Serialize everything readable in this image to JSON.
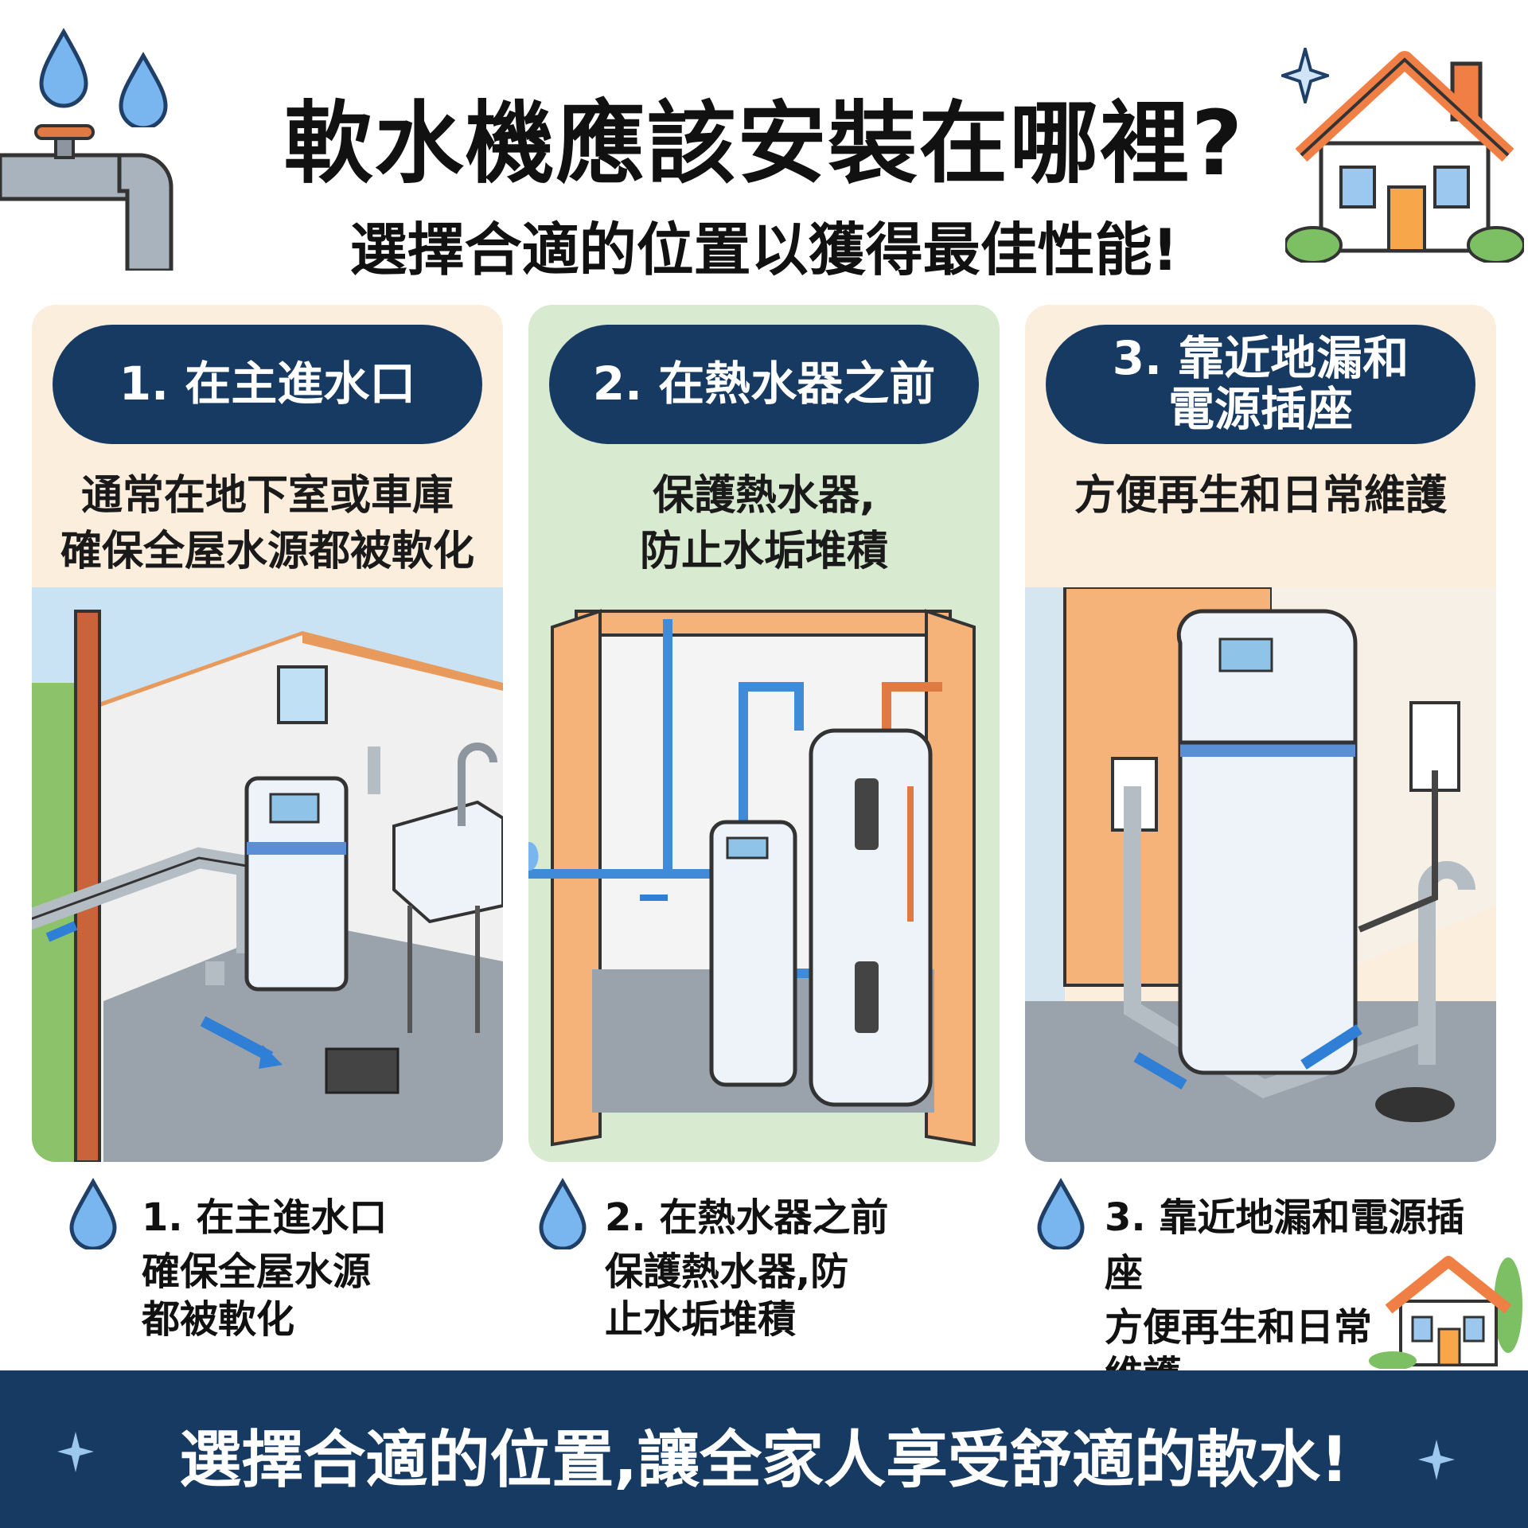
{
  "header": {
    "title": "軟水機應該安裝在哪裡?",
    "subtitle": "選擇合適的位置以獲得最佳性能!"
  },
  "panels": [
    {
      "heading": "1. 在主進水口",
      "description_line1": "通常在地下室或車庫",
      "description_line2": "確保全屋水源都被軟化",
      "bg_color": "#fbeedd"
    },
    {
      "heading": "2. 在熱水器之前",
      "description_line1": "保護熱水器,",
      "description_line2": "防止水垢堆積",
      "bg_color": "#d8ead0"
    },
    {
      "heading_line1": "3. 靠近地漏和",
      "heading_line2": "電源插座",
      "description_line1": "方便再生和日常維護",
      "bg_color": "#fbeedd"
    }
  ],
  "notes": [
    {
      "title": "1. 在主進水口",
      "line1": "確保全屋水源",
      "line2": "都被軟化"
    },
    {
      "title": "2. 在熱水器之前",
      "line1": "保護熱水器,防",
      "line2": "止水垢堆積"
    },
    {
      "title": "3. 靠近地漏和電源插座",
      "line1": "方便再生和日常",
      "line2": "維護"
    }
  ],
  "footer": {
    "text": "選擇合適的位置,讓全家人享受舒適的軟水!"
  },
  "colors": {
    "navy": "#173a63",
    "water_blue": "#3f8bd8",
    "softener_white": "#eef3fa",
    "house_orange": "#ef7f45"
  },
  "icons": [
    "water-drop-icon",
    "faucet-pipe-icon",
    "house-icon",
    "sparkle-icon",
    "arrow-icon"
  ]
}
